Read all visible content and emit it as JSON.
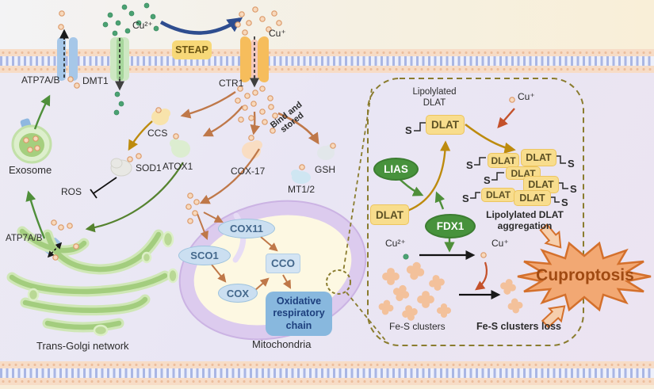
{
  "palette": {
    "membrane_pink": "#f7dcc6",
    "membrane_blue": "#a9b6e4",
    "steap_yellow": "#f7d878",
    "dlat_yellow": "#f8dd8d",
    "enzyme_green": "#47923c",
    "mito_purple": "#dccbee",
    "golgi_green": "#a3cd7e",
    "cuproptosis_fill": "#f2a873",
    "cuproptosis_stroke": "#d4702c",
    "arrow_brown": "#bf7849",
    "arrow_green": "#4f8f3a",
    "arrow_olive": "#bd8b0e",
    "arrow_navy": "#2e4d8f",
    "panel_dash": "#8a7c2e",
    "cu1_dot": "#f7d9bd",
    "cu2_dot": "#4ba273"
  },
  "membrane_region": {
    "atp7ab": "ATP7A/B",
    "dmt1": "DMT1",
    "steap": "STEAP",
    "ctr1": "CTR1",
    "cu2": "Cu²⁺",
    "cu1": "Cu⁺"
  },
  "cytoplasm": {
    "exosome": "Exosome",
    "ccs": "CCS",
    "sod1": "SOD1",
    "ros": "ROS",
    "atox1": "ATOX1",
    "cox17": "COX-17",
    "bind_stored": "Bind and stored",
    "gsh": "GSH",
    "mt12": "MT1/2",
    "atp7ab_golgi": "ATP7A/B",
    "golgi_label": "Trans-Golgi network"
  },
  "mitochondria": {
    "cox11": "COX11",
    "sco1": "SCO1",
    "cco": "CCO",
    "cox": "COX",
    "ox_chain": "Oxidative respiratory chain",
    "label": "Mitochondria"
  },
  "panel": {
    "lipo_dlat_title": "Lipolylated DLAT",
    "dlat": "DLAT",
    "cu1": "Cu⁺",
    "cu2": "Cu²⁺",
    "lias": "LIAS",
    "fdx1": "FDX1",
    "s": "S",
    "agg_title": "Lipolylated DLAT aggregation",
    "fes": "Fe-S clusters",
    "fes_loss": "Fe-S clusters loss",
    "cuproptosis": "Cuproptosis"
  }
}
